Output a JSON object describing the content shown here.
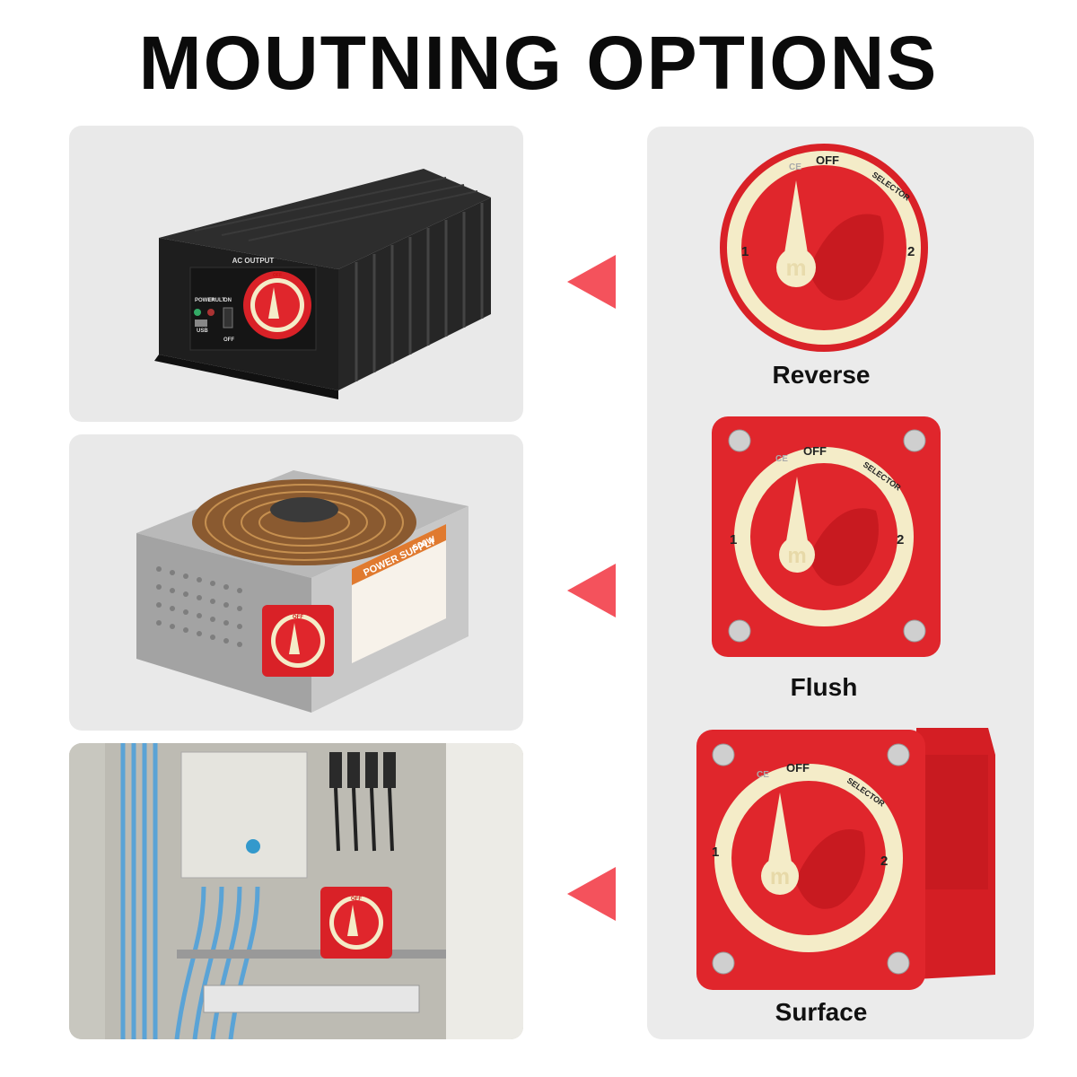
{
  "title": "MOUTNING OPTIONS",
  "labels": {
    "reverse": "Reverse",
    "flush": "Flush",
    "surface": "Surface"
  },
  "switch_text": {
    "off": "OFF",
    "selector": "SELECTOR",
    "one": "1",
    "two": "2",
    "m": "m",
    "ce": "CE"
  },
  "inverter_text": {
    "ac_output": "AC OUTPUT",
    "power": "POWER",
    "fault": "FAULT",
    "on": "ON",
    "off": "OFF",
    "usb": "USB"
  },
  "psu_text": {
    "power_supply": "POWER SUPPLY",
    "watt": "500W"
  },
  "colors": {
    "accent_red": "#f4525c",
    "switch_red": "#e0262c",
    "panel_gray": "#e9e9e9",
    "dial_cream": "#f4ecc8"
  }
}
